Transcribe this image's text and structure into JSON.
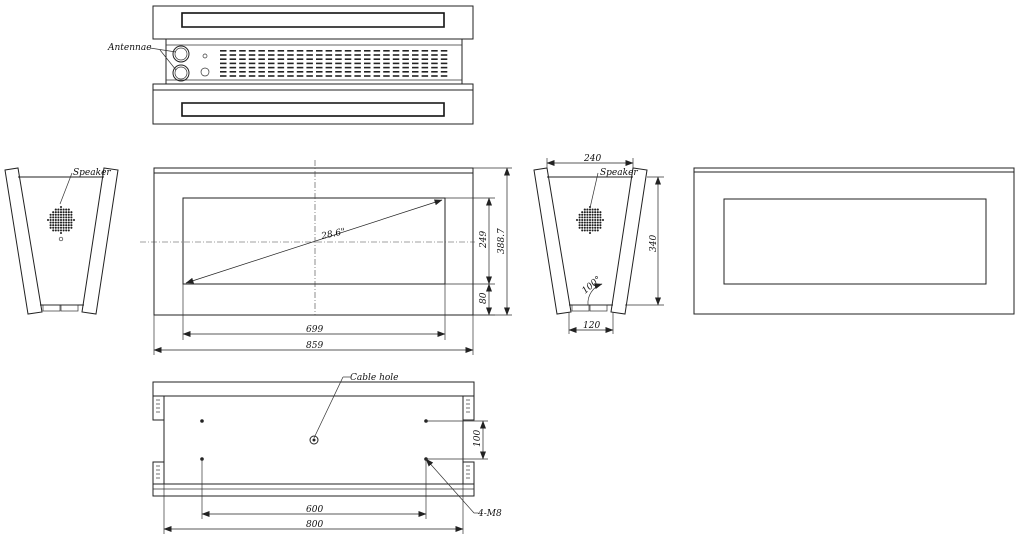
{
  "labels": {
    "antennae": "Antennae",
    "speaker_left": "Speaker",
    "speaker_right": "Speaker",
    "cable_hole": "Cable hole",
    "holes": "4-M8"
  },
  "dimensions": {
    "diagonal": "28.6\"",
    "screen_width": "699",
    "overall_width": "859",
    "screen_height": "249",
    "overall_height": "388.7",
    "bottom_border": "80",
    "side_depth_top": "240",
    "side_height": "340",
    "side_depth_bottom": "120",
    "tilt_angle": "100°",
    "mount_vertical": "100",
    "mount_spacing": "600",
    "base_width": "800"
  }
}
